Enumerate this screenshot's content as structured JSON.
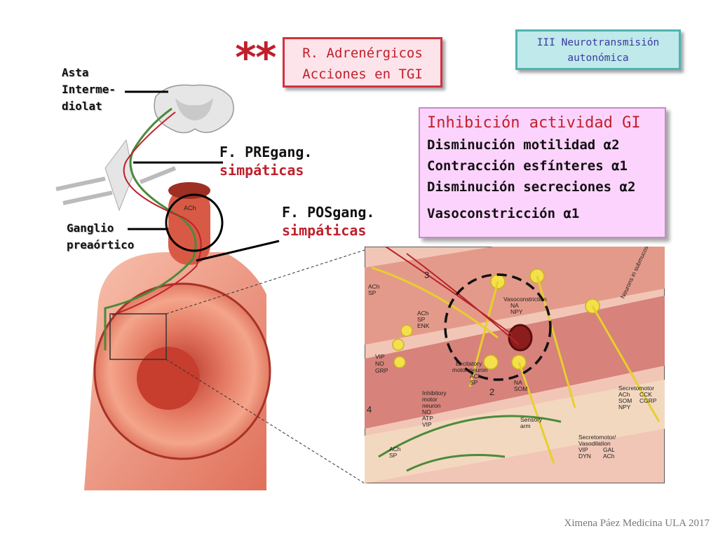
{
  "section_tag": {
    "line1": "III Neurotransmisión",
    "line2": "autonómica"
  },
  "receptor_box": {
    "line1": "R. Adrenérgicos",
    "line2": "Acciones en TGI"
  },
  "stars": "**",
  "effects": {
    "title": "Inhibición actividad GI",
    "lines": [
      "Disminución motilidad α2",
      "Contracción esfínteres α1",
      "Disminución secreciones α2",
      "Vasoconstricción α1"
    ]
  },
  "labels": {
    "asta": [
      "Asta",
      "Interme-",
      "diolat"
    ],
    "ganglio": [
      "Ganglio",
      "preaórtico"
    ],
    "pregang": {
      "line1": "F. PREgang.",
      "line2": "simpáticas"
    },
    "posgang": {
      "line1": "F. POSgang.",
      "line2": "simpáticas"
    }
  },
  "illustration_labels": {
    "ach_top": "ACh",
    "ach_sp": [
      "ACh",
      "SP"
    ],
    "ach_sp_enk": [
      "ACh",
      "SP",
      "ENK"
    ],
    "vip_no_grp": [
      "VIP",
      "NO",
      "GRP"
    ],
    "excitatory": [
      "Excitatory",
      "motor neuron",
      "ACh",
      "SP"
    ],
    "vasoconstriction": [
      "Vasoconstriction",
      "NA",
      "NPY"
    ],
    "na_som": [
      "NA",
      "SOM"
    ],
    "inhibitory": [
      "Inhibitory",
      "motor",
      "neuron",
      "NO",
      "ATP",
      "VIP"
    ],
    "sensory": [
      "Sensory",
      "arm"
    ],
    "ach_sp_bottom": [
      "ACh",
      "SP"
    ],
    "secretomotor": [
      "Secretomotor",
      "ACh",
      "SOM",
      "NPY"
    ],
    "cck": [
      "CCK",
      "CGRP"
    ],
    "secreto_vaso": [
      "Secretomotor/",
      "Vasodilation",
      "VIP",
      "GAL",
      "DYN",
      "ACh"
    ],
    "neurons_submucosal": "Neurons in submucosal plexus",
    "numbers": [
      "3",
      "2",
      "4"
    ]
  },
  "credit": "Ximena Páez Medicina ULA 2017",
  "colors": {
    "accent_red": "#c0202c",
    "teal_border": "#4fb3b0",
    "pink_box": "#fcd3fc"
  }
}
